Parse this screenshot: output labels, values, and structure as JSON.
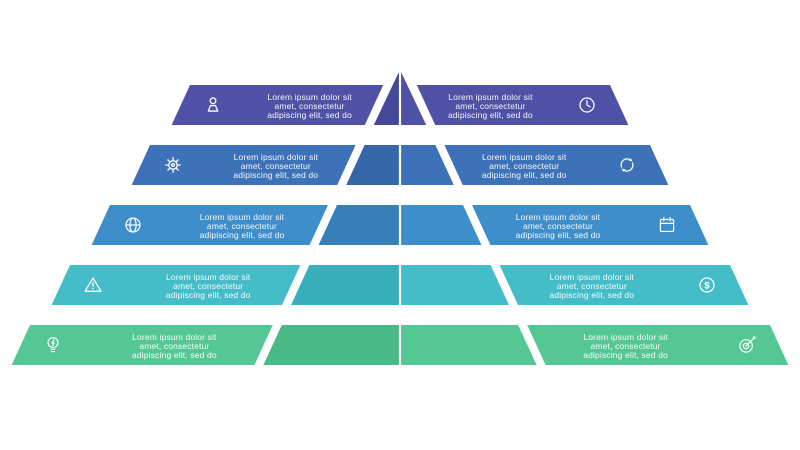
{
  "diagram": {
    "name": "pyramid-infographic",
    "levels": 5
  },
  "text": {
    "line1": "Lorem ipsum dolor sit",
    "line2": "amet, consectetur",
    "line3": "adipiscing elit, sed do"
  },
  "rows": [
    {
      "color": "#4e51a6",
      "color_dark": "#45489a",
      "left_icon": "user-icon",
      "right_icon": "clock-icon"
    },
    {
      "color": "#3d72b9",
      "color_dark": "#3566a9",
      "left_icon": "gear-icon",
      "right_icon": "refresh-icon"
    },
    {
      "color": "#3e8ecb",
      "color_dark": "#3680ba",
      "left_icon": "globe-icon",
      "right_icon": "calendar-icon"
    },
    {
      "color": "#44bdc9",
      "color_dark": "#3aafbc",
      "left_icon": "warning-icon",
      "right_icon": "dollar-icon"
    },
    {
      "color": "#54c795",
      "color_dark": "#49b987",
      "left_icon": "bulb-icon",
      "right_icon": "target-icon"
    }
  ]
}
